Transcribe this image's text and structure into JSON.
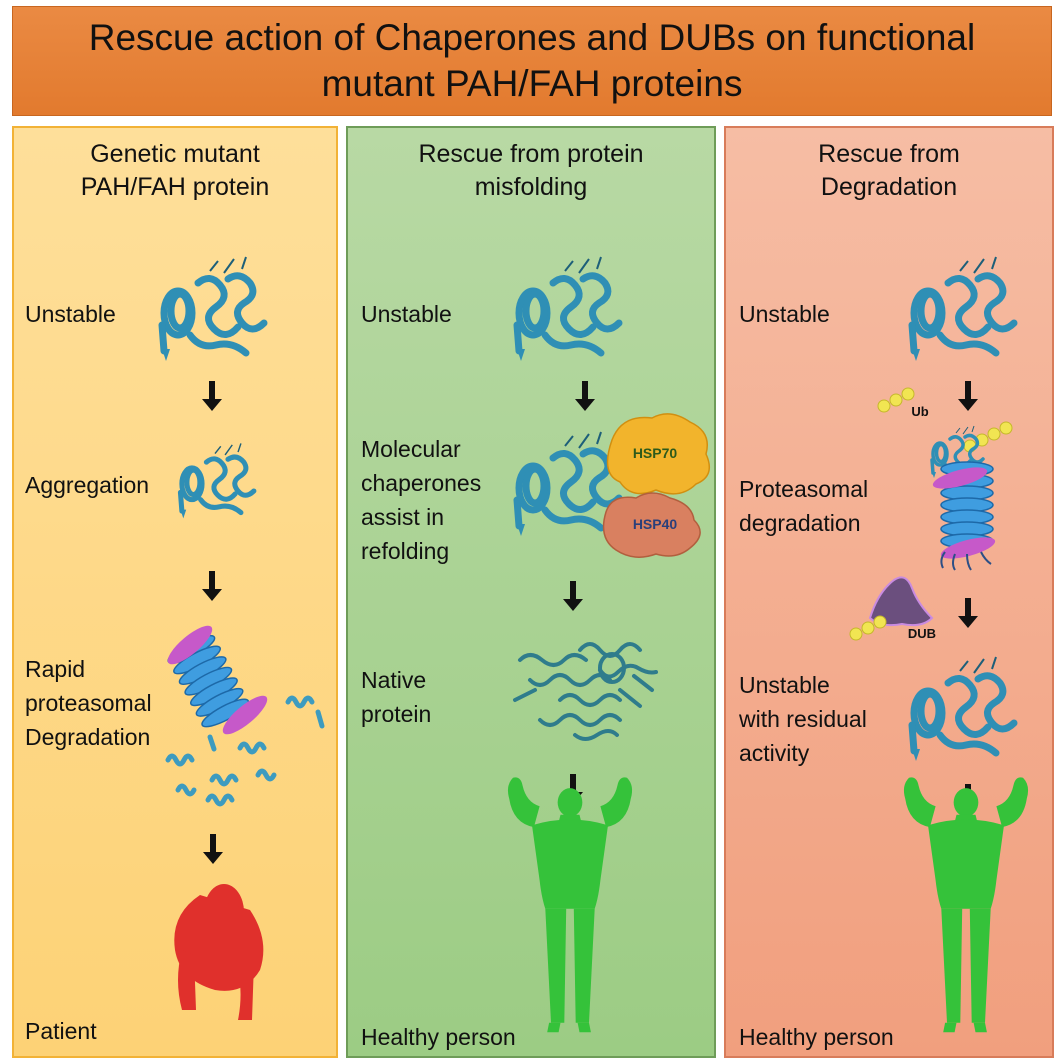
{
  "title": "Rescue action of Chaperones and DUBs on functional mutant PAH/FAH proteins",
  "panels": [
    {
      "title_lines": [
        "Genetic mutant",
        "PAH/FAH protein"
      ],
      "steps": {
        "unstable": "Unstable",
        "aggregation": "Aggregation",
        "degradation": [
          "Rapid",
          "proteasomal",
          "Degradation"
        ],
        "outcome": "Patient"
      }
    },
    {
      "title_lines": [
        "Rescue from protein",
        "misfolding"
      ],
      "steps": {
        "unstable": "Unstable",
        "chaperones": [
          "Molecular",
          "chaperones",
          "assist in",
          "refolding"
        ],
        "native": [
          "Native",
          "protein"
        ],
        "outcome": "Healthy person"
      },
      "tags": {
        "hsp70": "HSP70",
        "hsp40": "HSP40"
      }
    },
    {
      "title_lines": [
        "Rescue from",
        "Degradation"
      ],
      "steps": {
        "unstable": "Unstable",
        "proteasomal": [
          "Proteasomal",
          "degradation"
        ],
        "residual": [
          "Unstable",
          "with residual",
          "activity"
        ],
        "outcome": "Healthy person"
      },
      "tags": {
        "ub": "Ub",
        "dub": "DUB"
      }
    }
  ],
  "colors": {
    "banner": "#e5813a",
    "panel1": "#fdd780",
    "panel2": "#a8d290",
    "panel3": "#f4ae8e",
    "protein": "#3d9bbf",
    "proteasome_ring": "#3f9de0",
    "proteasome_cap": "#c659c9",
    "ubiquitin": "#f1e552",
    "hsp70": "#f2b42c",
    "hsp40": "#d98060",
    "dub": "#6b4f7e",
    "patient": "#e0302c",
    "healthy": "#35c23a"
  },
  "icons": [
    "protein-icon",
    "arrow-down-icon",
    "proteasome-icon",
    "ubiquitin-chain-icon",
    "chaperone-icon",
    "dub-icon",
    "human-figure-icon"
  ]
}
